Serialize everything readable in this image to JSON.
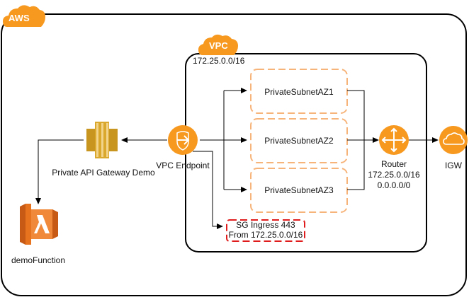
{
  "aws": {
    "label": "AWS"
  },
  "vpc": {
    "label": "VPC",
    "cidr": "172.25.0.0/16"
  },
  "subnets": [
    {
      "label": "PrivateSubnetAZ1"
    },
    {
      "label": "PrivateSubnetAZ2"
    },
    {
      "label": "PrivateSubnetAZ3"
    }
  ],
  "router": {
    "label": "Router",
    "route_1": "172.25.0.0/16",
    "route_2": "0.0.0.0/0"
  },
  "igw": {
    "label": "IGW"
  },
  "vpc_endpoint": {
    "label": "VPC Endpoint"
  },
  "api_gateway": {
    "label": "Private API Gateway Demo"
  },
  "lambda": {
    "label": "demoFunction"
  },
  "security_group": {
    "line_1": "SG Ingress 443",
    "line_2": "From 172.25.0.0/16"
  },
  "colors": {
    "aws_orange": "#F7981F",
    "border": "#000000",
    "sg_red": "#E01B1B",
    "api_gold": "#C8951E",
    "lambda_orange": "#E8731E"
  }
}
